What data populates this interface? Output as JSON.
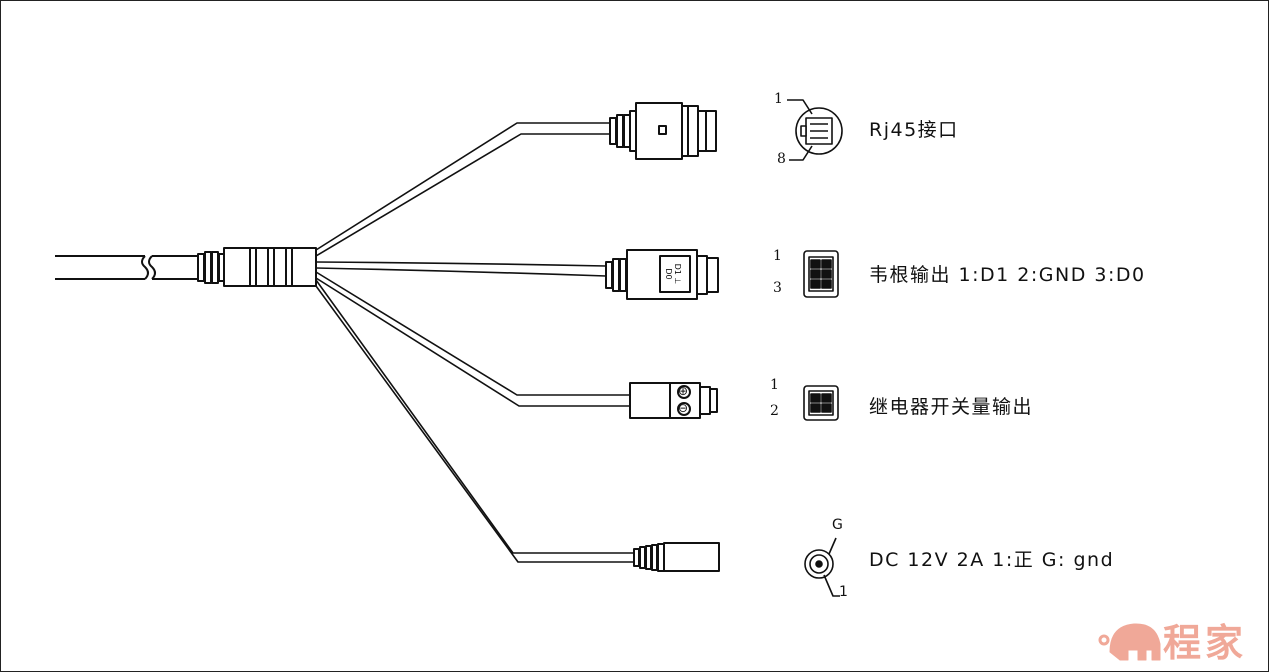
{
  "labels": {
    "rj45": "Rj45接口",
    "wiegand": "韦根输出 1:D1 2:GND 3:D0",
    "relay": "继电器开关量输出",
    "dc": "DC 12V 2A 1:正 G: gnd"
  },
  "pins": {
    "rj45_top": "1",
    "rj45_bottom": "8",
    "wiegand_top": "1",
    "wiegand_bottom": "3",
    "relay_top": "1",
    "relay_bottom": "2",
    "dc_g": "G",
    "dc_1": "1"
  },
  "connector_marks": {
    "wiegand": "D1 ⊥ D0",
    "relay_plus": "⊕",
    "relay_minus": "⊖"
  },
  "watermark": "程家",
  "colors": {
    "line": "#111111",
    "watermark": "#f0a898"
  }
}
